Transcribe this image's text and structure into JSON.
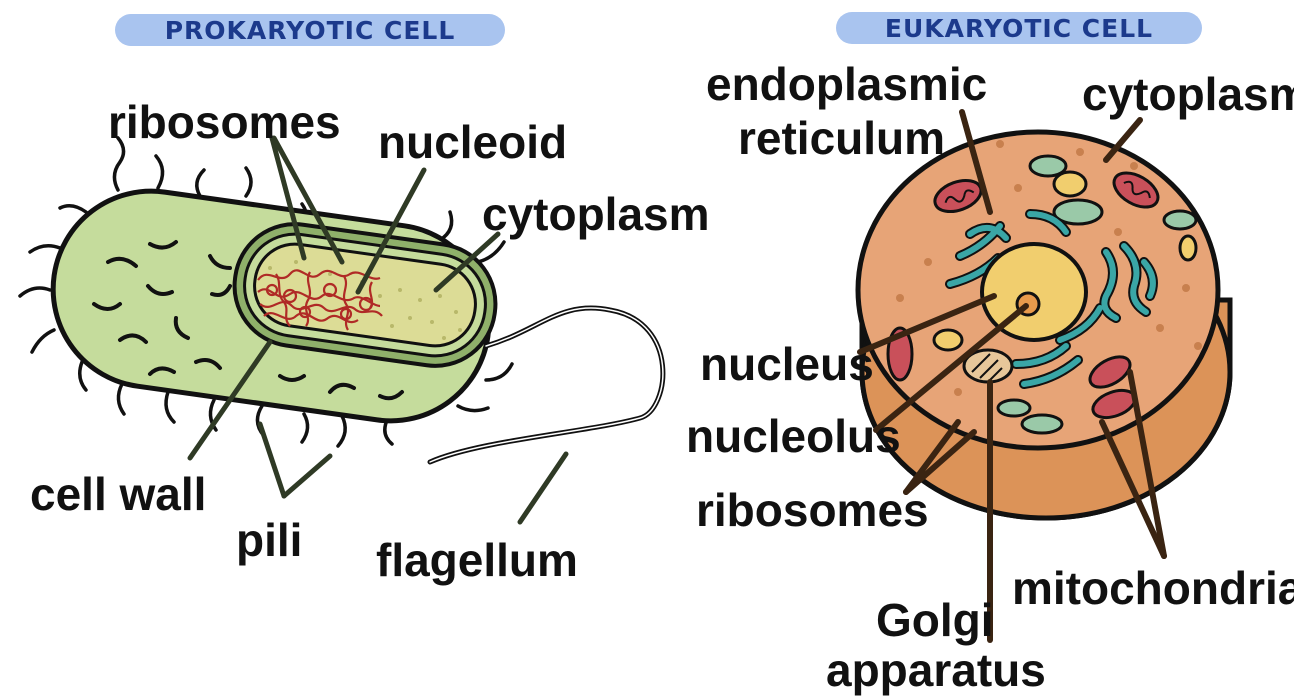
{
  "prokaryotic": {
    "title": "PROKARYOTIC CELL",
    "labels": {
      "ribosomes": "ribosomes",
      "nucleoid": "nucleoid",
      "cytoplasm": "cytoplasm",
      "cell_wall": "cell wall",
      "pili": "pili",
      "flagellum": "flagellum"
    }
  },
  "eukaryotic": {
    "title": "EUKARYOTIC CELL",
    "labels": {
      "endoplasmic_reticulum_line1": "endoplasmic",
      "endoplasmic_reticulum_line2": "reticulum",
      "cytoplasm": "cytoplasm",
      "nucleus": "nucleus",
      "nucleolus": "nucleolus",
      "ribosomes": "ribosomes",
      "golgi_line1": "Golgi",
      "golgi_line2": "apparatus",
      "mitochondria": "mitochondria"
    }
  },
  "colors": {
    "title_bg": "#a9c4ef",
    "title_text": "#1c3a8c",
    "bacterium_fill": "#c5dc9c",
    "bacterium_inner": "#dcdc96",
    "nucleoid": "#b02a26",
    "cell_fill": "#e7a477",
    "cell_side": "#dc9358",
    "nucleus_fill": "#f1ce6e",
    "er": "#3aa6a6",
    "mito": "#c9505a",
    "leader_line_pro": "#2f3a25",
    "leader_line_euk": "#3a2412"
  }
}
